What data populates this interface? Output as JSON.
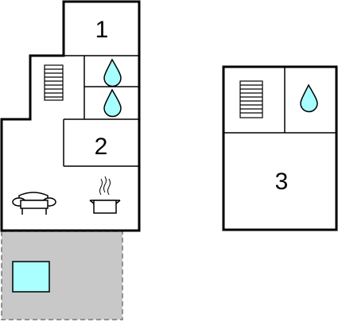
{
  "floorplan": {
    "rooms": [
      {
        "id": "bedroom-1",
        "label": "1"
      },
      {
        "id": "bedroom-2",
        "label": "2"
      },
      {
        "id": "bedroom-3",
        "label": "3"
      }
    ],
    "icons": [
      "stairs-icon",
      "water-drop-icon",
      "sofa-icon",
      "cooking-pot-icon",
      "pool-icon"
    ],
    "colors": {
      "wall": "#000000",
      "terrace": "#c8c8c8",
      "terrace_border": "#777777",
      "pool": "#aaffff",
      "water_drop": "#a8ffff",
      "background": "#ffffff"
    }
  }
}
